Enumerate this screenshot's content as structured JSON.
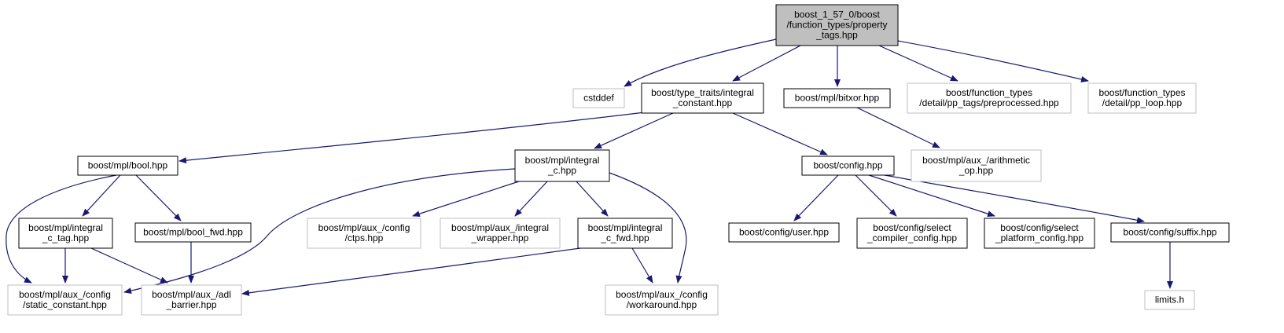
{
  "colors": {
    "edge": "#191970",
    "border_linked": "#000000",
    "border_external": "#bfbfbf",
    "root_fill": "#bfbfbf",
    "node_fill": "#ffffff"
  },
  "nodes": [
    {
      "id": "root",
      "lines": [
        "boost_1_57_0/boost",
        "/function_types/property",
        "_tags.hpp"
      ],
      "kind": "root"
    },
    {
      "id": "cstddef",
      "lines": [
        "cstddef"
      ],
      "kind": "external"
    },
    {
      "id": "integral_constant",
      "lines": [
        "boost/type_traits/integral",
        "_constant.hpp"
      ],
      "kind": "linked"
    },
    {
      "id": "bitxor",
      "lines": [
        "boost/mpl/bitxor.hpp"
      ],
      "kind": "linked"
    },
    {
      "id": "pp_tags",
      "lines": [
        "boost/function_types",
        "/detail/pp_tags/preprocessed.hpp"
      ],
      "kind": "external"
    },
    {
      "id": "pp_loop",
      "lines": [
        "boost/function_types",
        "/detail/pp_loop.hpp"
      ],
      "kind": "external"
    },
    {
      "id": "bool",
      "lines": [
        "boost/mpl/bool.hpp"
      ],
      "kind": "linked"
    },
    {
      "id": "integral_c",
      "lines": [
        "boost/mpl/integral",
        "_c.hpp"
      ],
      "kind": "linked"
    },
    {
      "id": "config",
      "lines": [
        "boost/config.hpp"
      ],
      "kind": "linked"
    },
    {
      "id": "arithmetic_op",
      "lines": [
        "boost/mpl/aux_/arithmetic",
        "_op.hpp"
      ],
      "kind": "external"
    },
    {
      "id": "integral_c_tag",
      "lines": [
        "boost/mpl/integral",
        "_c_tag.hpp"
      ],
      "kind": "linked"
    },
    {
      "id": "bool_fwd",
      "lines": [
        "boost/mpl/bool_fwd.hpp"
      ],
      "kind": "linked"
    },
    {
      "id": "ctps",
      "lines": [
        "boost/mpl/aux_/config",
        "/ctps.hpp"
      ],
      "kind": "external"
    },
    {
      "id": "integral_wrapper",
      "lines": [
        "boost/mpl/aux_/integral",
        "_wrapper.hpp"
      ],
      "kind": "external"
    },
    {
      "id": "integral_c_fwd",
      "lines": [
        "boost/mpl/integral",
        "_c_fwd.hpp"
      ],
      "kind": "linked"
    },
    {
      "id": "user",
      "lines": [
        "boost/config/user.hpp"
      ],
      "kind": "linked"
    },
    {
      "id": "select_compiler",
      "lines": [
        "boost/config/select",
        "_compiler_config.hpp"
      ],
      "kind": "linked"
    },
    {
      "id": "select_platform",
      "lines": [
        "boost/config/select",
        "_platform_config.hpp"
      ],
      "kind": "linked"
    },
    {
      "id": "suffix",
      "lines": [
        "boost/config/suffix.hpp"
      ],
      "kind": "linked"
    },
    {
      "id": "static_constant",
      "lines": [
        "boost/mpl/aux_/config",
        "/static_constant.hpp"
      ],
      "kind": "external"
    },
    {
      "id": "adl_barrier",
      "lines": [
        "boost/mpl/aux_/adl",
        "_barrier.hpp"
      ],
      "kind": "external"
    },
    {
      "id": "workaround",
      "lines": [
        "boost/mpl/aux_/config",
        "/workaround.hpp"
      ],
      "kind": "external"
    },
    {
      "id": "limits",
      "lines": [
        "limits.h"
      ],
      "kind": "external"
    }
  ],
  "edges": [
    [
      "root",
      "cstddef"
    ],
    [
      "root",
      "integral_constant"
    ],
    [
      "root",
      "bitxor"
    ],
    [
      "root",
      "pp_tags"
    ],
    [
      "root",
      "pp_loop"
    ],
    [
      "integral_constant",
      "bool"
    ],
    [
      "integral_constant",
      "integral_c"
    ],
    [
      "integral_constant",
      "config"
    ],
    [
      "bitxor",
      "arithmetic_op"
    ],
    [
      "bool",
      "integral_c_tag"
    ],
    [
      "bool",
      "bool_fwd"
    ],
    [
      "bool",
      "static_constant"
    ],
    [
      "integral_c",
      "static_constant"
    ],
    [
      "integral_c",
      "ctps"
    ],
    [
      "integral_c",
      "integral_wrapper"
    ],
    [
      "integral_c",
      "integral_c_fwd"
    ],
    [
      "integral_c",
      "workaround"
    ],
    [
      "integral_c_tag",
      "static_constant"
    ],
    [
      "integral_c_tag",
      "adl_barrier"
    ],
    [
      "bool_fwd",
      "adl_barrier"
    ],
    [
      "integral_c_fwd",
      "adl_barrier"
    ],
    [
      "integral_c_fwd",
      "workaround"
    ],
    [
      "config",
      "user"
    ],
    [
      "config",
      "select_compiler"
    ],
    [
      "config",
      "select_platform"
    ],
    [
      "config",
      "suffix"
    ],
    [
      "suffix",
      "limits"
    ]
  ]
}
